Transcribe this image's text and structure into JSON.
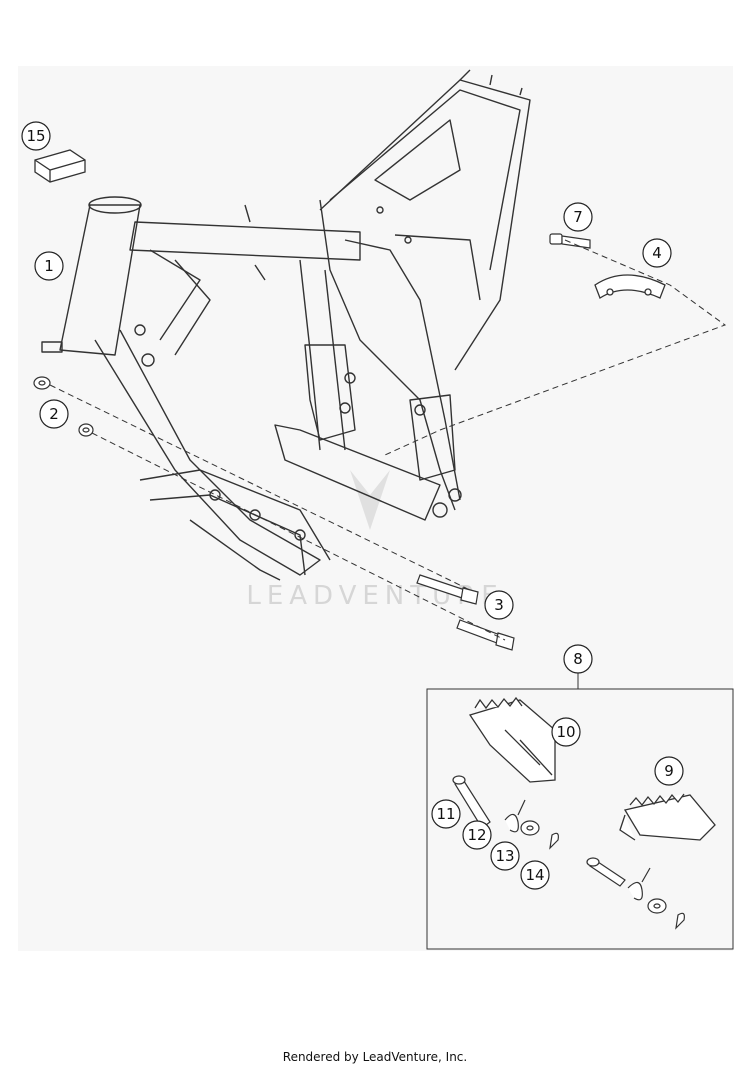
{
  "diagram": {
    "watermark": "LEADVENTURE",
    "callouts": [
      "1",
      "2",
      "3",
      "4",
      "7",
      "8",
      "9",
      "10",
      "11",
      "12",
      "13",
      "14",
      "15"
    ],
    "colors": {
      "background": "#f7f7f7",
      "line": "#333333",
      "watermark": "#d6d6d6"
    }
  },
  "footer": {
    "text": "Rendered by LeadVenture, Inc."
  }
}
